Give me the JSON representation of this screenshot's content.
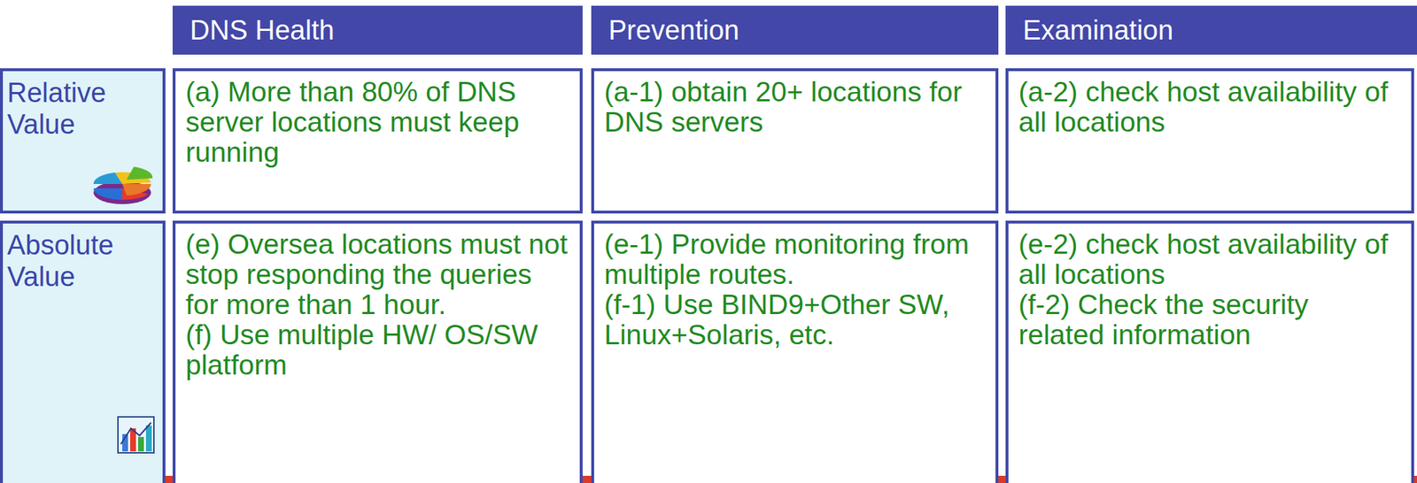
{
  "diagram": {
    "nodes": [
      {
        "text": [
          "DNS Health"
        ]
      },
      {
        "text": [
          "Prevention"
        ]
      },
      {
        "text": [
          "Examination"
        ]
      },
      {
        "text": [
          "Relative Value"
        ]
      },
      {
        "text": [
          "(a) More than 80% of DNS server locations must keep running"
        ]
      },
      {
        "text": [
          "(a-1) obtain 20+ locations for DNS servers"
        ]
      },
      {
        "text": [
          "(a-2) check host availability of all locations"
        ]
      },
      {
        "text": [
          "Absolute Value"
        ]
      },
      {
        "text": [
          "(e) Oversea locations must not stop responding the queries for more than 1 hour.",
          "(f) Use multiple HW/ OS/SW platform"
        ]
      },
      {
        "text": [
          "(e-1) Provide monitoring from multiple routes.",
          "(f-1) Use BIND9+Other SW, Linux+Solaris, etc."
        ]
      },
      {
        "text": [
          "(e-2) check host availability of all locations",
          "(f-2) Check the security related information"
        ]
      }
    ]
  }
}
